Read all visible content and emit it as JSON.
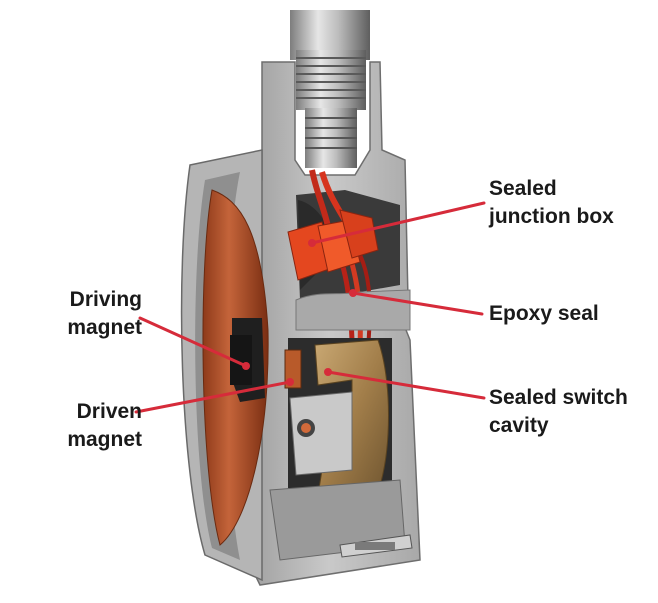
{
  "accent_color": "#d62b3a",
  "labels": {
    "junction_box": [
      "Sealed",
      "junction box"
    ],
    "epoxy_seal": [
      "Epoxy seal"
    ],
    "switch_cavity": [
      "Sealed switch",
      "cavity"
    ],
    "driving_magnet": [
      "Driving",
      "magnet"
    ],
    "driven_magnet": [
      "Driven",
      "magnet"
    ]
  }
}
